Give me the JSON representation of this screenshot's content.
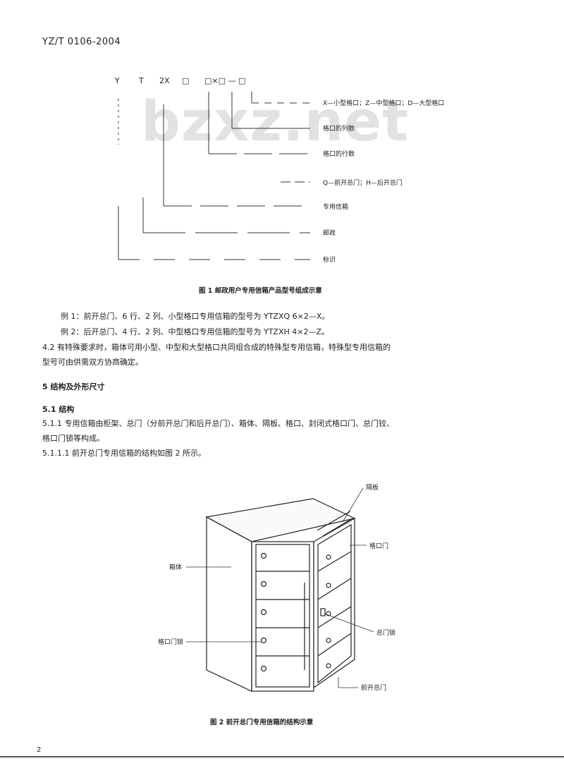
{
  "header": {
    "standard_code": "YZ/T 0106-2004"
  },
  "watermark": "bzxz.net",
  "figure1": {
    "code_parts": [
      "Y",
      "T",
      "2X",
      "□",
      "□×□ — □"
    ],
    "legend": [
      "X—小型格口；Z—中型格口；D—大型格口",
      "格口的列数",
      "格口的行数",
      "Q—前开总门；H—后开总门",
      "专用信箱",
      "邮政",
      "标识"
    ],
    "caption": "图 1  邮政用户专用信箱产品型号组成示意"
  },
  "body": {
    "example1": "例 1：前开总门、6 行、2 列、小型格口专用信箱的型号为 YTZXQ 6×2—X。",
    "example2": "例 2：后开总门、4 行、2 列、中型格口专用信箱的型号为 YTZXH 4×2—Z。",
    "p42_line1": "4.2  有特殊要求时，箱体可用小型、中型和大型格口共同组合成的特殊型专用信箱，特殊型专用信箱的",
    "p42_line2": "型号可由供需双方协商确定。",
    "sec5": "5  结构及外形尺寸",
    "sec51": "5.1  结构",
    "p511_line1": "5.1.1  专用信箱由柜架、总门（分前开总门和后开总门）、箱体、隔板、格口、封闭式格口门、总门铰、",
    "p511_line2": "格口门锁等构成。",
    "p5111": "5.1.1.1  前开总门专用信箱的结构如图 2 所示。"
  },
  "figure2": {
    "labels": {
      "partition": "隔板",
      "slot_door": "格口门",
      "box_body": "箱体",
      "main_door_lock": "总门锁",
      "slot_door_lock": "格口门锁",
      "front_door": "前开总门"
    },
    "caption": "图 2  前开总门专用信箱的结构示意"
  },
  "footer": {
    "page_number": "2"
  }
}
